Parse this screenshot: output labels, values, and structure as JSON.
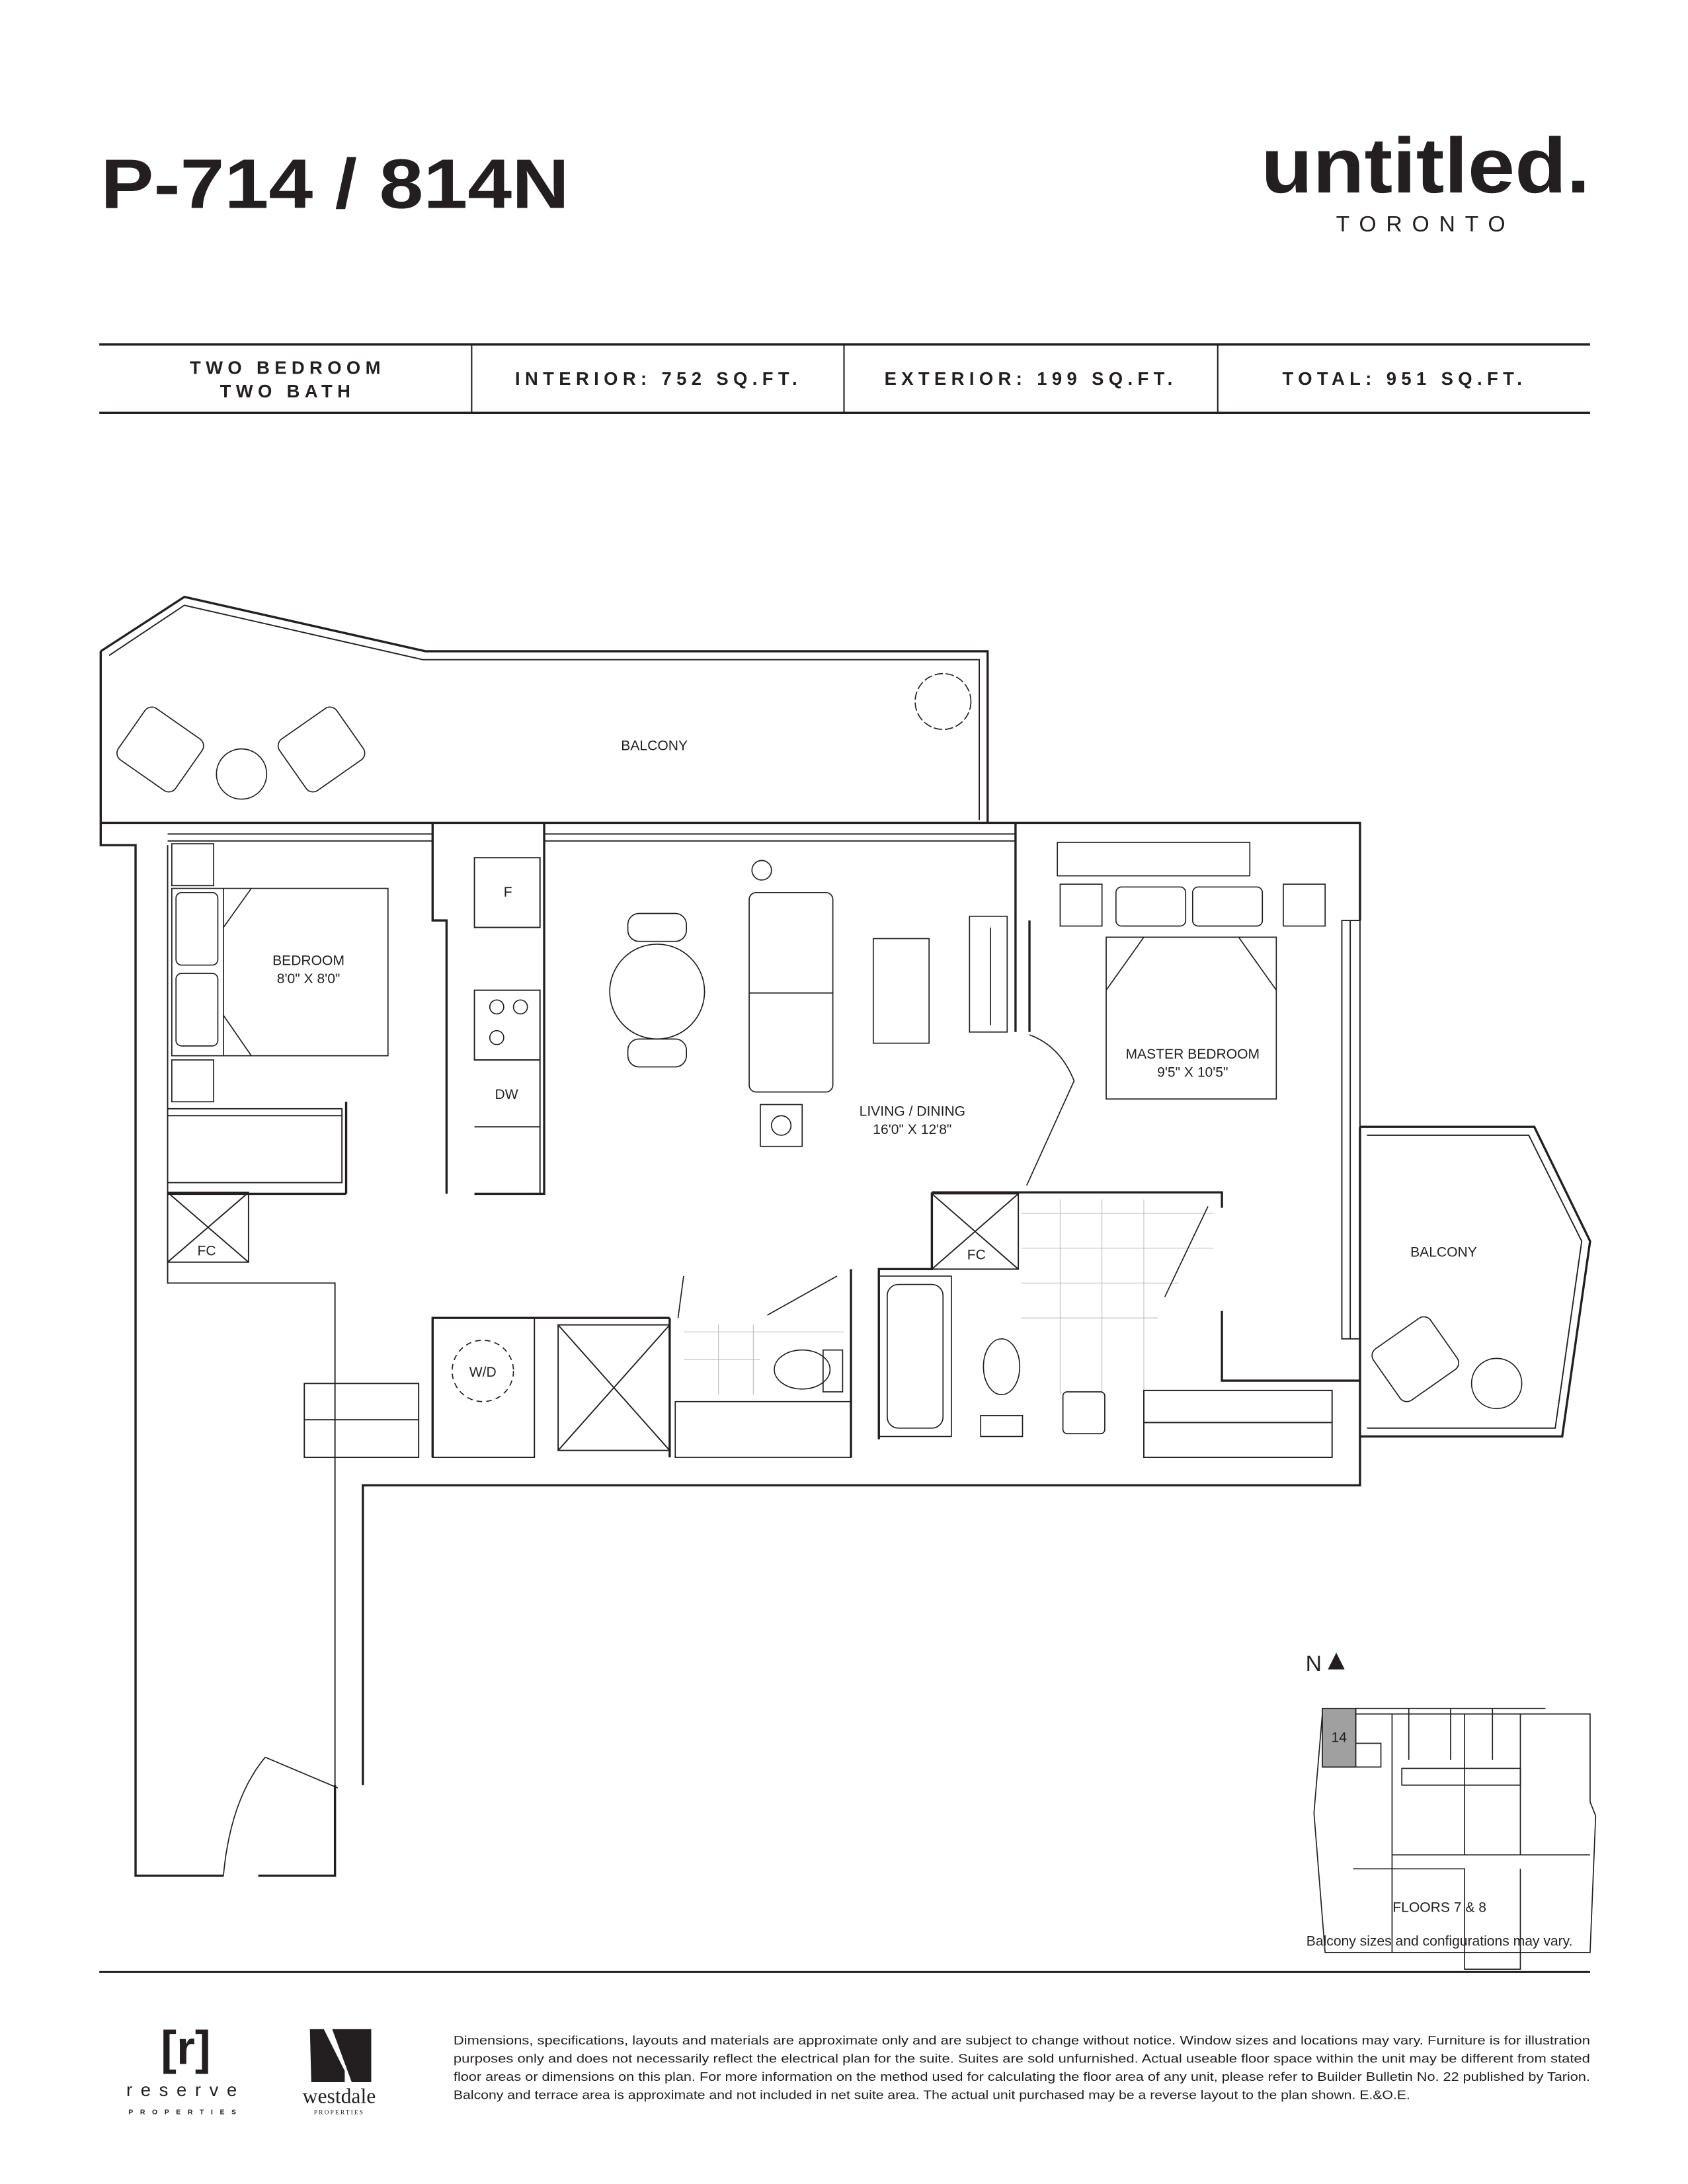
{
  "header": {
    "unit_title": "P-714 / 814N",
    "brand": "untitled.",
    "brand_city": "TORONTO"
  },
  "info_bar": {
    "type_line1": "TWO BEDROOM",
    "type_line2": "TWO BATH",
    "interior": "INTERIOR: 752 SQ.FT.",
    "exterior": "EXTERIOR: 199 SQ.FT.",
    "total": "TOTAL: 951 SQ.FT."
  },
  "plan": {
    "balcony_top": "BALCONY",
    "balcony_right": "BALCONY",
    "bedroom_name": "BEDROOM",
    "bedroom_dims": "8'0\" X 8'0\"",
    "master_name": "MASTER BEDROOM",
    "master_dims": "9'5\" X 10'5\"",
    "living_name": "LIVING / DINING",
    "living_dims": "16'0\" X 12'8\"",
    "fridge": "F",
    "dishwasher": "DW",
    "washer_dryer": "W/D",
    "fc1": "FC",
    "fc2": "FC"
  },
  "keyplan": {
    "north": "N",
    "unit_number": "14",
    "floors": "FLOORS 7 & 8",
    "note": "Balcony sizes and configurations may vary.",
    "highlight_color": "#a0a0a0"
  },
  "footer": {
    "logo_reserve": "reserve",
    "logo_reserve_sub": "PROPERTIES",
    "logo_reserve_mark": "[r]",
    "logo_westdale": "westdale",
    "logo_westdale_sub": "PROPERTIES",
    "disclaimer": [
      "Dimensions, specifications, layouts and materials are approximate only and are subject to change without notice. Window sizes and locations may vary. Furniture is for illustration",
      "purposes only and does not necessarily reflect the electrical plan for the suite. Suites are sold unfurnished. Actual useable floor space within the unit may be different from stated",
      "floor areas or dimensions on this plan.  For more information on the method used for calculating the floor area of any unit, please refer to Builder Bulletin No. 22 published by Tarion.",
      "Balcony and terrace area is approximate and not included in net suite area. The actual unit purchased may be a reverse layout to the plan shown. E.&O.E."
    ]
  }
}
